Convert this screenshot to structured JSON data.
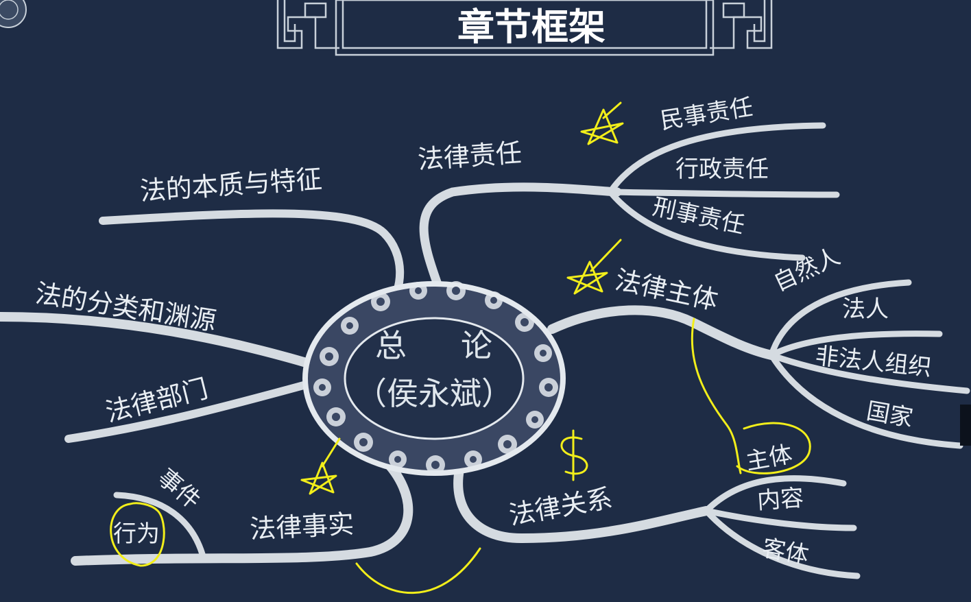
{
  "header": {
    "title": "章节框架"
  },
  "center": {
    "line1a": "总",
    "line1b": "论",
    "line2": "（侯永斌）"
  },
  "branches": {
    "essence": "法的本质与特征",
    "classification": "法的分类和渊源",
    "departments": "法律部门",
    "facts": {
      "label": "法律事实",
      "event": "事件",
      "act": "行为"
    },
    "liability": {
      "label": "法律责任",
      "civil": "民事责任",
      "administrative": "行政责任",
      "criminal": "刑事责任"
    },
    "subject": {
      "label": "法律主体",
      "natural_person": "自然人",
      "legal_person": "法人",
      "unincorporated": "非法人组织",
      "state": "国家"
    },
    "relation": {
      "label": "法律关系",
      "subject": "主体",
      "content": "内容",
      "object": "客体"
    }
  },
  "colors": {
    "background": "#1e2c45",
    "branch": "#d5dbe1",
    "annotation": "#f2ee1a"
  }
}
